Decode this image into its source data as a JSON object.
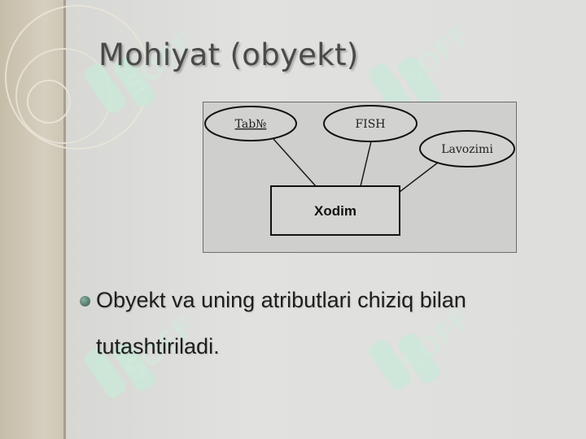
{
  "slide": {
    "title": "Mohiyat (obyekt)"
  },
  "diagram": {
    "attributes": [
      {
        "label": "Tab№"
      },
      {
        "label": "FISH"
      },
      {
        "label": "Lavozimi"
      }
    ],
    "entity": {
      "label": "Xodim"
    }
  },
  "bullets": [
    {
      "text": "Obyekt va uning atributlari chiziq bilan tutashtiriladi."
    }
  ],
  "watermark": {
    "text": "SOFF"
  },
  "colors": {
    "background": "#dcdcda",
    "left_band": "#d0c8b6",
    "title": "#4a4a4a",
    "bullet": "#4d7466",
    "watermark": "#c9e8d6"
  }
}
